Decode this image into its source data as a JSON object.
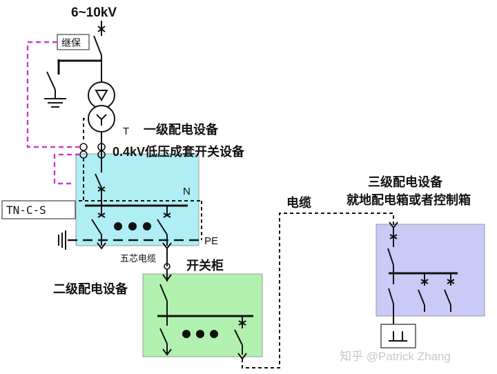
{
  "voltage_label": "6~10kV",
  "relay_label": "继保",
  "transformer_label": "T",
  "level1": {
    "title": "一级配电设备",
    "subtitle": "0.4kV低压成套开关设备"
  },
  "system_label": "TN-C-S",
  "n_label": "N",
  "pe_label": "PE",
  "five_core_label": "五芯电缆",
  "switchgear_label": "开关柜",
  "level2_title": "二级配电设备",
  "cable_label": "电缆",
  "level3": {
    "title": "三级配电设备",
    "subtitle": "就地配电箱或者控制箱"
  },
  "watermark": "知乎 @Patrick Zhang",
  "colors": {
    "level1_box": "#aeeef4",
    "level2_box": "#b2f0b0",
    "level3_box": "#c9caf5",
    "relay_link": "#c93bc7",
    "wire": "#111111"
  }
}
